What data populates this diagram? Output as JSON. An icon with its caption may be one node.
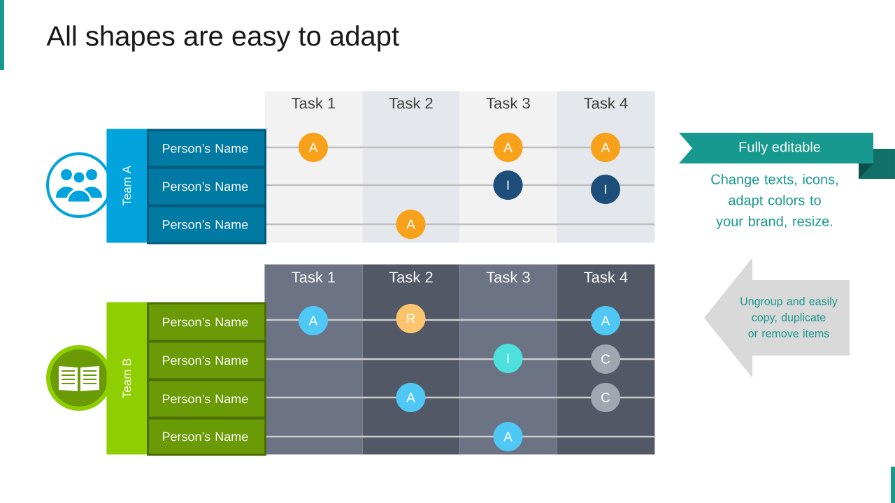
{
  "diagram": {
    "title": "All shapes are easy to adapt",
    "nodes": [
      {
        "text": [
          "Team A"
        ]
      },
      {
        "text": [
          "Person’s Name"
        ]
      },
      {
        "text": [
          "Person’s Name"
        ]
      },
      {
        "text": [
          "Person’s Name"
        ]
      },
      {
        "text": [
          "Task 1"
        ]
      },
      {
        "text": [
          "Task 2"
        ]
      },
      {
        "text": [
          "Task 3"
        ]
      },
      {
        "text": [
          "Task 4"
        ]
      },
      {
        "text": [
          "A"
        ],
        "in": 4
      },
      {
        "text": [
          "A"
        ],
        "in": 6
      },
      {
        "text": [
          "A"
        ],
        "in": 7
      },
      {
        "text": [
          "I"
        ],
        "in": 6
      },
      {
        "text": [
          "I"
        ],
        "in": 7
      },
      {
        "text": [
          "A"
        ],
        "in": 5
      },
      {
        "text": [
          "Team B"
        ]
      },
      {
        "text": [
          "Person’s Name"
        ]
      },
      {
        "text": [
          "Person’s Name"
        ]
      },
      {
        "text": [
          "Person’s Name"
        ]
      },
      {
        "text": [
          "Person’s Name"
        ]
      },
      {
        "text": [
          "Task 1"
        ]
      },
      {
        "text": [
          "Task 2"
        ]
      },
      {
        "text": [
          "Task 3"
        ]
      },
      {
        "text": [
          "Task 4"
        ]
      },
      {
        "text": [
          "A"
        ],
        "in": 19
      },
      {
        "text": [
          "R"
        ],
        "in": 20
      },
      {
        "text": [
          "A"
        ],
        "in": 22
      },
      {
        "text": [
          "I"
        ],
        "in": 21
      },
      {
        "text": [
          "C"
        ],
        "in": 22
      },
      {
        "text": [
          "A"
        ],
        "in": 20
      },
      {
        "text": [
          "C"
        ],
        "in": 22
      },
      {
        "text": [
          "A"
        ],
        "in": 21
      },
      {
        "text": [
          "Fully editable"
        ],
        "beside": [
          "Change texts, icons, adapt colors to your brand, resize."
        ]
      },
      {
        "text": [
          "Ungroup and easily copy, duplicate or remove items"
        ]
      }
    ]
  }
}
